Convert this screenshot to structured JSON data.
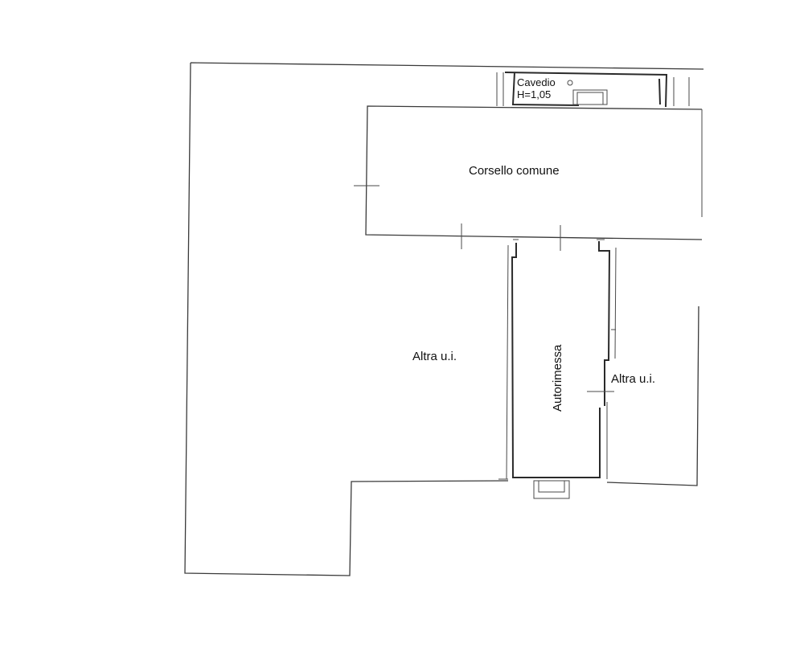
{
  "rooms": {
    "cavedio_name": "Cavedio",
    "cavedio_height": "H=1,05",
    "corsello": "Corsello comune",
    "altra_left": "Altra u.i.",
    "autorimessa": "Autorimessa",
    "altra_right": "Altra u.i."
  }
}
